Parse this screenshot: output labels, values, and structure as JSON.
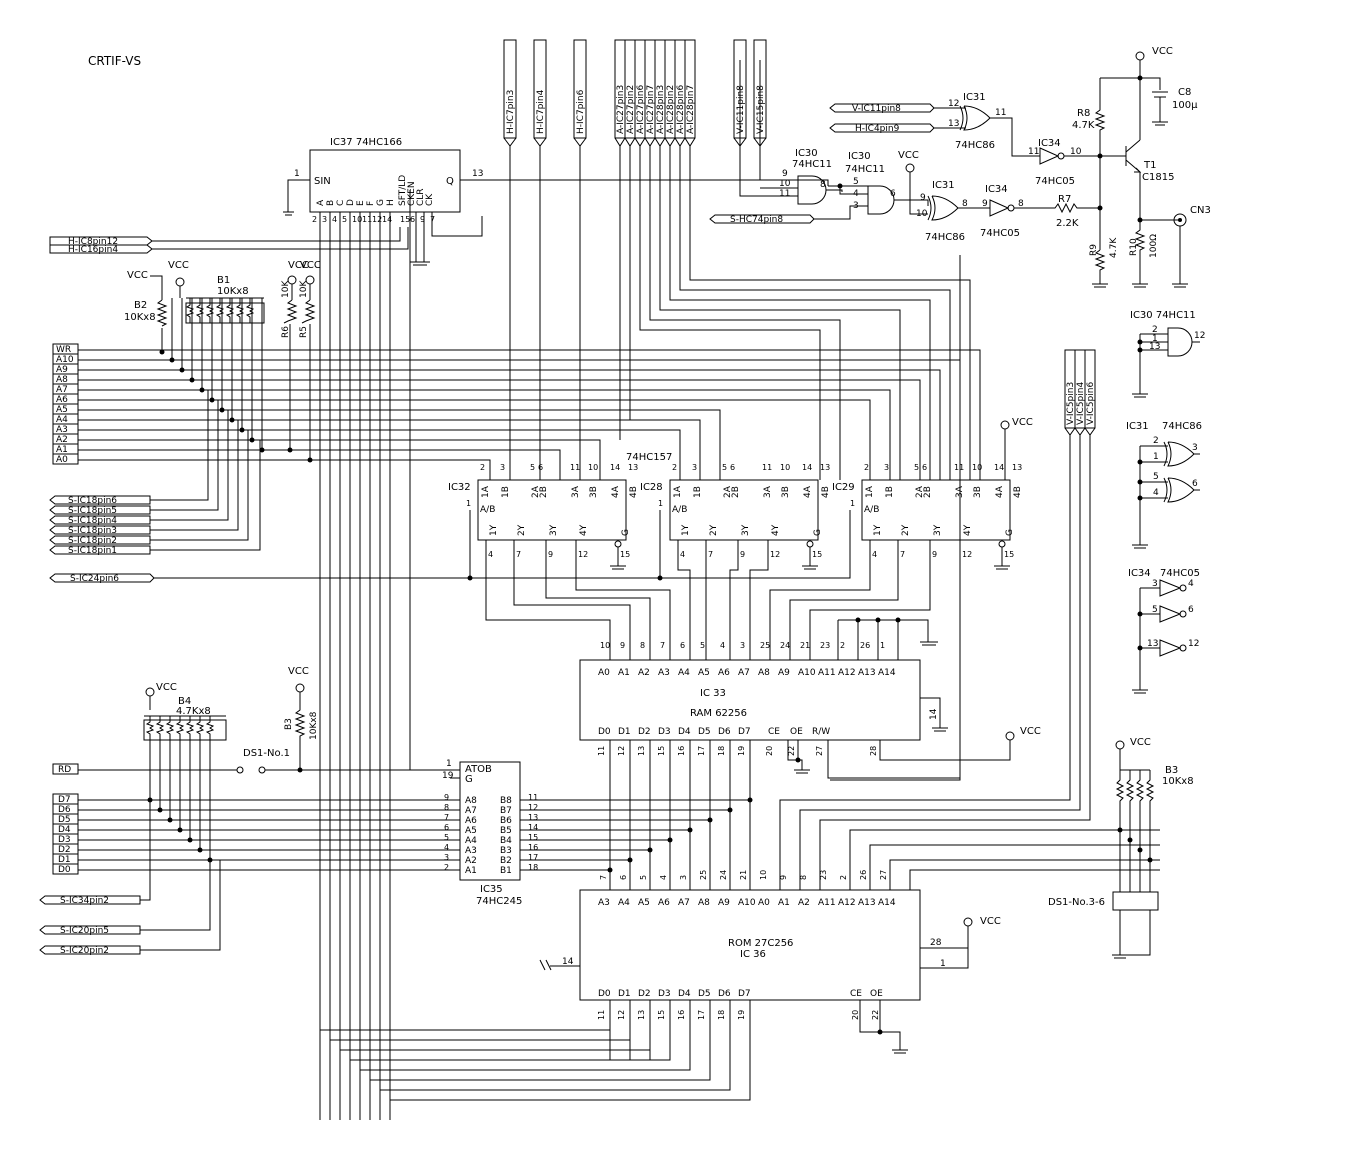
{
  "title": "CRTIF-VS",
  "power": {
    "vcc": "VCC"
  },
  "ics": {
    "ic37": {
      "label": "IC37  74HC166",
      "sin": "SIN",
      "q": "Q",
      "pins": [
        "A",
        "B",
        "C",
        "D",
        "E",
        "F",
        "G",
        "H"
      ],
      "ctrl": [
        "SFT/LD",
        "CKEN",
        "CLR",
        "CK"
      ],
      "pin_sin": "1",
      "pin_q": "13",
      "bottom_nums": [
        "2",
        "3",
        "4",
        "5",
        "10",
        "11",
        "12",
        "14",
        "15",
        "6",
        "9",
        "7"
      ]
    },
    "ic32": {
      "name": "IC32",
      "type": "74HC157"
    },
    "ic28": {
      "name": "IC28"
    },
    "ic29": {
      "name": "IC29"
    },
    "mux_pins_top": [
      "1A",
      "1B",
      "2A",
      "2B",
      "3A",
      "3B",
      "4A",
      "4B"
    ],
    "mux_pins_bot": [
      "1Y",
      "2Y",
      "3Y",
      "4Y",
      "G"
    ],
    "mux_sel": "A/B",
    "mux_top_nums": [
      "2",
      "3",
      "5",
      "6",
      "11",
      "10",
      "14",
      "13"
    ],
    "mux_bot_nums": [
      "4",
      "7",
      "9",
      "12",
      "15"
    ],
    "ic33": {
      "name": "IC 33",
      "type": "RAM 62256",
      "addr": [
        "A0",
        "A1",
        "A2",
        "A3",
        "A4",
        "A5",
        "A6",
        "A7",
        "A8",
        "A9",
        "A10",
        "A11",
        "A12",
        "A13",
        "A14"
      ],
      "addr_nums": [
        "10",
        "9",
        "8",
        "7",
        "6",
        "5",
        "4",
        "3",
        "25",
        "24",
        "21",
        "23",
        "2",
        "26",
        "1"
      ],
      "data": [
        "D0",
        "D1",
        "D2",
        "D3",
        "D4",
        "D5",
        "D6",
        "D7",
        "CE",
        "OE",
        "R/W"
      ],
      "data_nums": [
        "11",
        "12",
        "13",
        "15",
        "16",
        "17",
        "18",
        "19",
        "20",
        "22",
        "27",
        "28"
      ],
      "gnd_pin": "14"
    },
    "ic35": {
      "name": "IC35",
      "type": "74HC245",
      "atob": "ATOB",
      "g": "G",
      "a": [
        "A8",
        "A7",
        "A6",
        "A5",
        "A4",
        "A3",
        "A2",
        "A1"
      ],
      "b": [
        "B8",
        "B7",
        "B6",
        "B5",
        "B4",
        "B3",
        "B2",
        "B1"
      ],
      "a_nums": [
        "9",
        "8",
        "7",
        "6",
        "5",
        "4",
        "3",
        "2"
      ],
      "b_nums": [
        "11",
        "12",
        "13",
        "14",
        "15",
        "16",
        "17",
        "18"
      ],
      "pin1": "1",
      "pin19": "19"
    },
    "ic36": {
      "name": "IC 36",
      "type": "ROM 27C256",
      "addr": [
        "A3",
        "A4",
        "A5",
        "A6",
        "A7",
        "A8",
        "A9",
        "A10",
        "A0",
        "A1",
        "A2",
        "A11",
        "A12",
        "A13",
        "A14"
      ],
      "addr_nums": [
        "7",
        "6",
        "5",
        "4",
        "3",
        "25",
        "24",
        "21",
        "10",
        "9",
        "8",
        "23",
        "2",
        "26",
        "27"
      ],
      "data": [
        "D0",
        "D1",
        "D2",
        "D3",
        "D4",
        "D5",
        "D6",
        "D7",
        "CE",
        "OE"
      ],
      "data_nums": [
        "11",
        "12",
        "13",
        "15",
        "16",
        "17",
        "18",
        "19",
        "20",
        "22"
      ],
      "gnd_pin": "14",
      "p28": "28",
      "p1": "1"
    },
    "ic30a": {
      "name": "IC30",
      "type": "74HC11",
      "pins": [
        "9",
        "10",
        "11",
        "8"
      ]
    },
    "ic30b": {
      "name": "IC30",
      "type": "74HC11",
      "pins": [
        "5",
        "4",
        "3",
        "6"
      ]
    },
    "ic31a": {
      "name": "IC31",
      "type": "74HC86",
      "pins": [
        "12",
        "13",
        "11"
      ]
    },
    "ic31b": {
      "name": "IC31",
      "type": "74HC86",
      "pins": [
        "9",
        "10",
        "8"
      ]
    },
    "ic34a": {
      "name": "IC34",
      "type": "74HC05",
      "pins": [
        "11",
        "10"
      ]
    },
    "ic34b": {
      "name": "IC34",
      "type": "74HC05",
      "pins": [
        "9",
        "8"
      ]
    }
  },
  "connectors_left": [
    "H-IC8pin12",
    "H-IC16pin4"
  ],
  "s_ic18": [
    "S-IC18pin6",
    "S-IC18pin5",
    "S-IC18pin4",
    "S-IC18pin3",
    "S-IC18pin2",
    "S-IC18pin1"
  ],
  "s_ic24": "S-IC24pin6",
  "s_bottom": [
    "S-IC34pin2",
    "S-IC20pin5",
    "S-IC20pin2"
  ],
  "top_h": [
    "H-IC7pin3",
    "H-IC7pin4",
    "H-IC7pin6"
  ],
  "top_a": [
    "A-IC27pin3",
    "A-IC27pin2",
    "A-IC27pin6",
    "A-IC27pin7",
    "A-IC28pin3",
    "A-IC28pin2",
    "A-IC28pin6",
    "A-IC28pin7"
  ],
  "top_v": [
    "V-IC11pin8",
    "V-IC15pin8"
  ],
  "gate_inputs": [
    "V-IC11pin8",
    "H-IC4pin9",
    "S-HC74pin8"
  ],
  "right_v": [
    "V-IC5pin3",
    "V-IC5pin4",
    "V-IC5pin6"
  ],
  "addr_bus": [
    "WR",
    "A10",
    "A9",
    "A8",
    "A7",
    "A6",
    "A5",
    "A4",
    "A3",
    "A2",
    "A1",
    "A0"
  ],
  "data_bus": [
    "RD",
    "D7",
    "D6",
    "D5",
    "D4",
    "D3",
    "D2",
    "D1",
    "D0"
  ],
  "resistors": {
    "b1": [
      "B1",
      "10Kx8"
    ],
    "b2": [
      "B2",
      "10Kx8"
    ],
    "b3a": [
      "B3",
      "10Kx8"
    ],
    "b3b": [
      "B3",
      "10Kx8"
    ],
    "b4": [
      "B4",
      "4.7Kx8"
    ],
    "r5": [
      "R5",
      "10K"
    ],
    "r6": [
      "R6",
      "10K"
    ],
    "r7": [
      "R7",
      "2.2K"
    ],
    "r8": [
      "R8",
      "4.7K"
    ],
    "r9": [
      "R9",
      "4.7K"
    ],
    "r10": [
      "R10",
      "100Ω"
    ]
  },
  "cap": {
    "name": "C8",
    "value": "100μ"
  },
  "transistor": {
    "name": "T1",
    "type": "C1815"
  },
  "output": "CN3",
  "switches": {
    "ds1_1": "DS1-No.1",
    "ds1_36": "DS1-No.3-6"
  },
  "spare_gates": {
    "ic30": {
      "label": "IC30  74HC11",
      "pins": [
        "2",
        "1",
        "13",
        "12"
      ]
    },
    "ic31": {
      "label": "IC31",
      "type": "74HC86",
      "pins": [
        "2",
        "1",
        "3",
        "5",
        "4",
        "6"
      ]
    },
    "ic34": {
      "label": "IC34",
      "type": "74HC05",
      "pins": [
        "3",
        "4",
        "5",
        "6",
        "13",
        "12"
      ]
    }
  }
}
